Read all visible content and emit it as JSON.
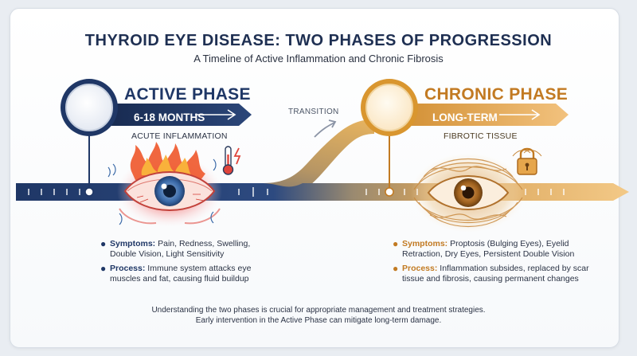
{
  "title": "THYROID EYE DISEASE: TWO PHASES OF PROGRESSION",
  "subtitle": "A Timeline of Active Inflammation and Chronic Fibrosis",
  "active": {
    "title": "ACTIVE PHASE",
    "duration": "6-18 MONTHS",
    "subtitle": "ACUTE INFLAMMATION",
    "symptoms_label": "Symptoms:",
    "symptoms": "Pain, Redness, Swelling, Double Vision, Light Sensitivity",
    "process_label": "Process:",
    "process": "Immune system attacks eye muscles and fat, causing fluid buildup",
    "color": "#1f3766"
  },
  "transition": "TRANSITION",
  "chronic": {
    "title": "CHRONIC PHASE",
    "duration": "LONG-TERM",
    "subtitle": "FIBROTIC TISSUE",
    "symptoms_label": "Symptoms:",
    "symptoms": "Proptosis (Bulging Eyes), Eyelid Retraction, Dry Eyes, Persistent Double Vision",
    "process_label": "Process:",
    "process": "Inflammation subsides, replaced by scar tissue and fibrosis, causing permanent changes",
    "color": "#c27a22"
  },
  "footer": {
    "line1": "Understanding the two phases is crucial for appropriate management and treatment strategies.",
    "line2": "Early intervention in the Active Phase can mitigate long-term damage."
  },
  "icons": [
    "thermometer-icon",
    "lightning-icon",
    "fire-icon",
    "inflamed-eye-icon",
    "fibrotic-eye-icon",
    "padlock-icon"
  ]
}
